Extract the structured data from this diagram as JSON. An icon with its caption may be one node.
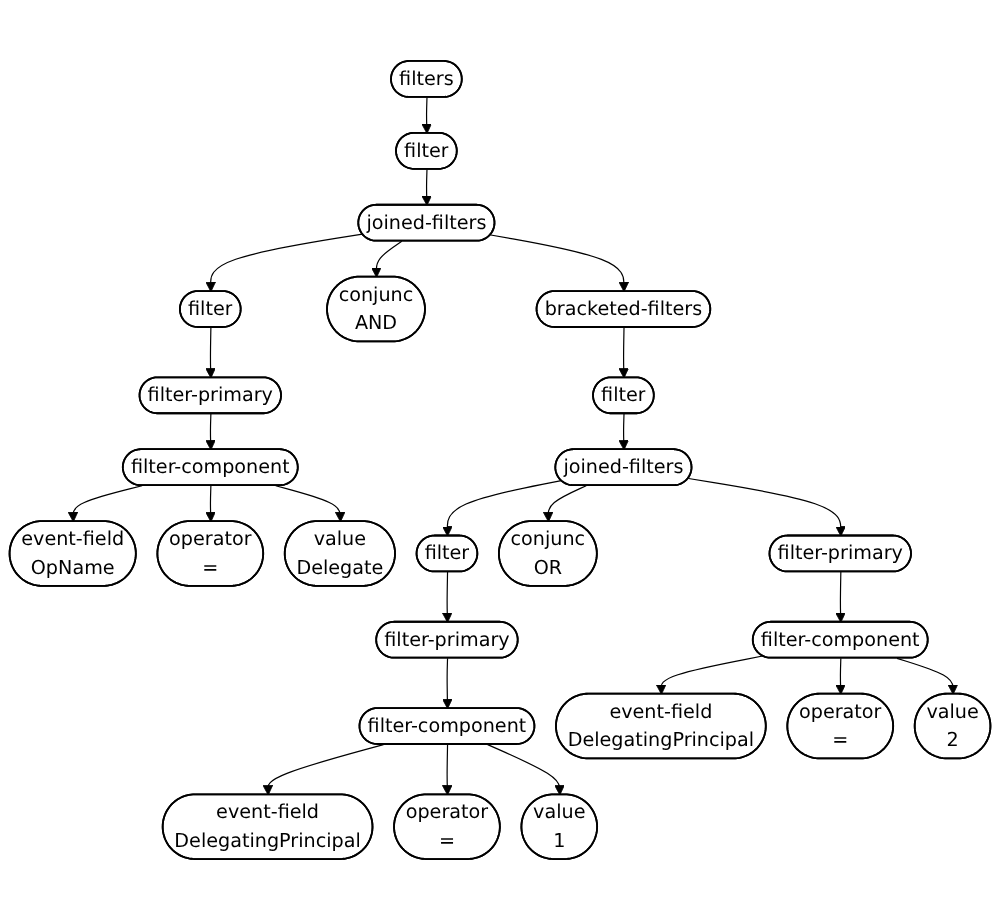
{
  "diagram": {
    "nodes": [
      {
        "text": [
          "filters"
        ]
      },
      {
        "text": [
          "filter"
        ]
      },
      {
        "text": [
          "joined-filters"
        ]
      },
      {
        "text": [
          "filter"
        ]
      },
      {
        "text": [
          "conjunc",
          "AND"
        ]
      },
      {
        "text": [
          "bracketed-filters"
        ]
      },
      {
        "text": [
          "filter-primary"
        ]
      },
      {
        "text": [
          "filter"
        ]
      },
      {
        "text": [
          "filter-component"
        ]
      },
      {
        "text": [
          "joined-filters"
        ]
      },
      {
        "text": [
          "event-field",
          "OpName"
        ]
      },
      {
        "text": [
          "operator",
          "="
        ]
      },
      {
        "text": [
          "value",
          "Delegate"
        ]
      },
      {
        "text": [
          "filter"
        ]
      },
      {
        "text": [
          "conjunc",
          "OR"
        ]
      },
      {
        "text": [
          "filter-primary"
        ]
      },
      {
        "text": [
          "filter-primary"
        ]
      },
      {
        "text": [
          "filter-component"
        ]
      },
      {
        "text": [
          "filter-component"
        ]
      },
      {
        "text": [
          "event-field",
          "DelegatingPrincipal"
        ]
      },
      {
        "text": [
          "operator",
          "="
        ]
      },
      {
        "text": [
          "value",
          "2"
        ]
      },
      {
        "text": [
          "event-field",
          "DelegatingPrincipal"
        ]
      },
      {
        "text": [
          "operator",
          "="
        ]
      },
      {
        "text": [
          "value",
          "1"
        ]
      }
    ],
    "edges": [
      {
        "from": 0,
        "to": 1,
        "arrow": "to"
      },
      {
        "from": 1,
        "to": 2,
        "arrow": "to"
      },
      {
        "from": 2,
        "to": 3,
        "arrow": "to"
      },
      {
        "from": 2,
        "to": 4,
        "arrow": "to"
      },
      {
        "from": 2,
        "to": 5,
        "arrow": "to"
      },
      {
        "from": 3,
        "to": 6,
        "arrow": "to"
      },
      {
        "from": 5,
        "to": 7,
        "arrow": "to"
      },
      {
        "from": 6,
        "to": 8,
        "arrow": "to"
      },
      {
        "from": 7,
        "to": 9,
        "arrow": "to"
      },
      {
        "from": 8,
        "to": 10,
        "arrow": "to"
      },
      {
        "from": 8,
        "to": 11,
        "arrow": "to"
      },
      {
        "from": 8,
        "to": 12,
        "arrow": "to"
      },
      {
        "from": 9,
        "to": 13,
        "arrow": "to"
      },
      {
        "from": 9,
        "to": 14,
        "arrow": "to"
      },
      {
        "from": 9,
        "to": 15,
        "arrow": "to"
      },
      {
        "from": 13,
        "to": 16,
        "arrow": "to"
      },
      {
        "from": 15,
        "to": 17,
        "arrow": "to"
      },
      {
        "from": 16,
        "to": 18,
        "arrow": "to"
      },
      {
        "from": 17,
        "to": 19,
        "arrow": "to"
      },
      {
        "from": 17,
        "to": 20,
        "arrow": "to"
      },
      {
        "from": 17,
        "to": 21,
        "arrow": "to"
      },
      {
        "from": 18,
        "to": 22,
        "arrow": "to"
      },
      {
        "from": 18,
        "to": 23,
        "arrow": "to"
      },
      {
        "from": 18,
        "to": 24,
        "arrow": "to"
      }
    ]
  }
}
